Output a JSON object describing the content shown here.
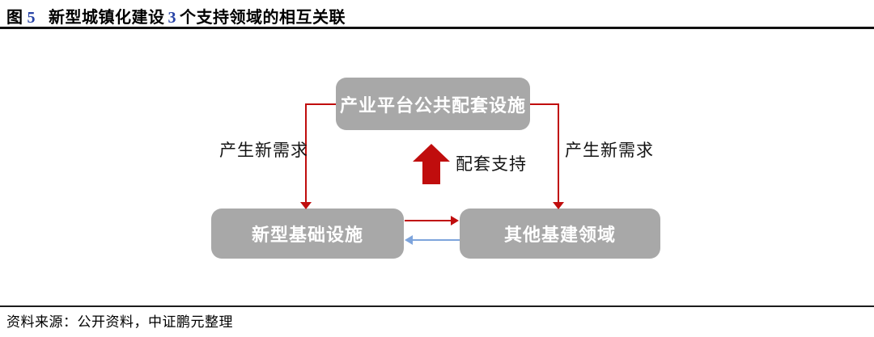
{
  "header": {
    "fig_word": "图",
    "fig_num": "5",
    "title_before_num": "新型城镇化建设",
    "title_num": "3",
    "title_after_num": "个支持领域的相互关联"
  },
  "diagram": {
    "boxes": {
      "top": "产业平台公共配套设施",
      "bottom_left": "新型基础设施",
      "bottom_right": "其他基建领域"
    },
    "labels": {
      "left_arrow": "产生新需求",
      "right_arrow": "产生新需求",
      "center_arrow": "配套支持"
    }
  },
  "footer": {
    "source": "资料来源：公开资料，中证鹏元整理"
  },
  "colors": {
    "box_fill": "#a8a8a8",
    "box_text": "#ffffff",
    "arrow_red": "#c00d0d",
    "arrow_blue": "#7da4dc",
    "title_num": "#2743a6"
  }
}
